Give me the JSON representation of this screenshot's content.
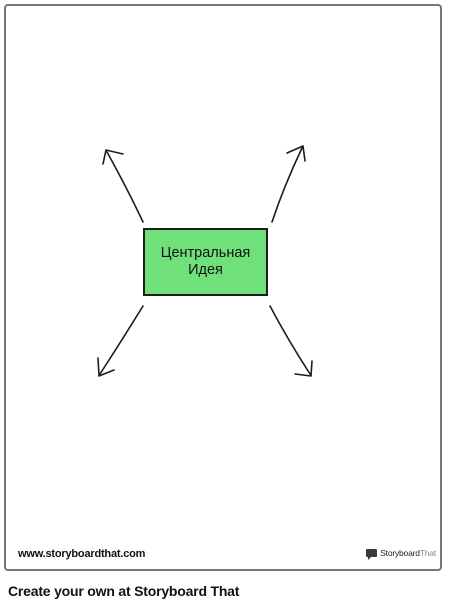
{
  "diagram": {
    "central_idea": {
      "line1": "Центральная",
      "line2": "Идея",
      "fill_color": "#6fe07a",
      "border_color": "#1c1c1c"
    },
    "arrows": [
      "up-left",
      "up-right",
      "down-left",
      "down-right"
    ],
    "arrow_color": "#1c1c1c"
  },
  "watermark": {
    "site_url": "www.storyboardthat.com",
    "brand_name_bold": "Storyboard",
    "brand_name_light": "That",
    "brand_icon": "storyboard-that-logo-icon"
  },
  "footer": {
    "cta_text": "Create your own at Storyboard That"
  }
}
